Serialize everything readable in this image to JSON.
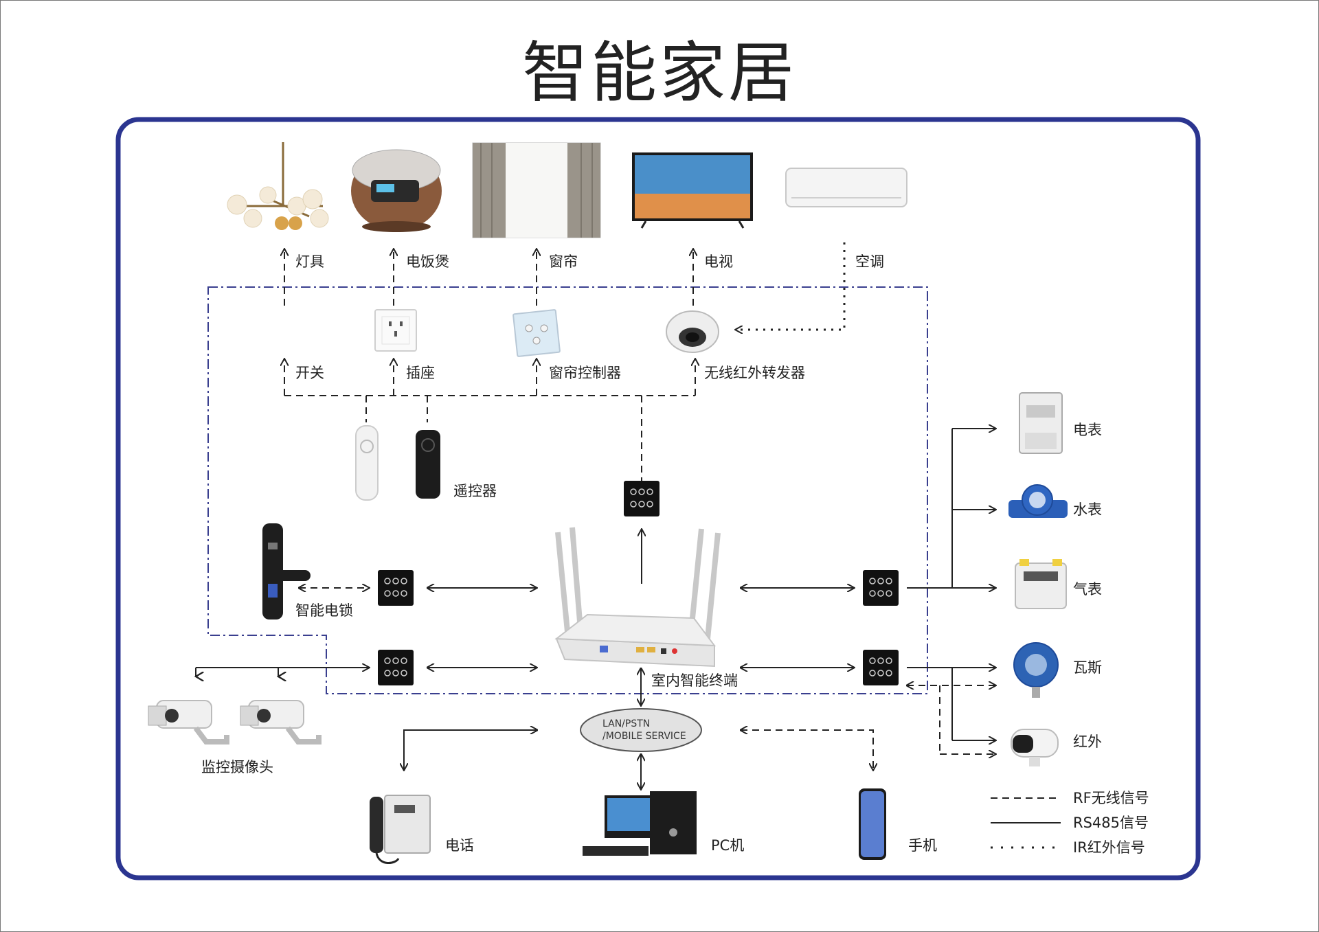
{
  "title": "智能家居",
  "appliances": {
    "lamp": "灯具",
    "rice_cooker": "电饭煲",
    "curtain": "窗帘",
    "tv": "电视",
    "air_conditioner": "空调"
  },
  "controls": {
    "switch": "开关",
    "socket": "插座",
    "curtain_controller": "窗帘控制器",
    "ir_transponder": "无线红外转发器"
  },
  "remote": "遥控器",
  "smart_lock": "智能电锁",
  "terminal": "室内智能终端",
  "network": {
    "line1": "LAN/PSTN",
    "line2": "/MOBILE SERVICE"
  },
  "cameras": "监控摄像头",
  "phone": "电话",
  "pc": "PC机",
  "mobile": "手机",
  "meters": {
    "electric": "电表",
    "water": "水表",
    "gas": "气表",
    "gas_detector": "瓦斯",
    "infrared": "红外"
  },
  "legend": {
    "rf": "RF无线信号",
    "rs485": "RS485信号",
    "ir": "IR红外信号"
  },
  "colors": {
    "frame": "#2b3590",
    "zone": "#3a3f8f",
    "line": "#222222"
  }
}
